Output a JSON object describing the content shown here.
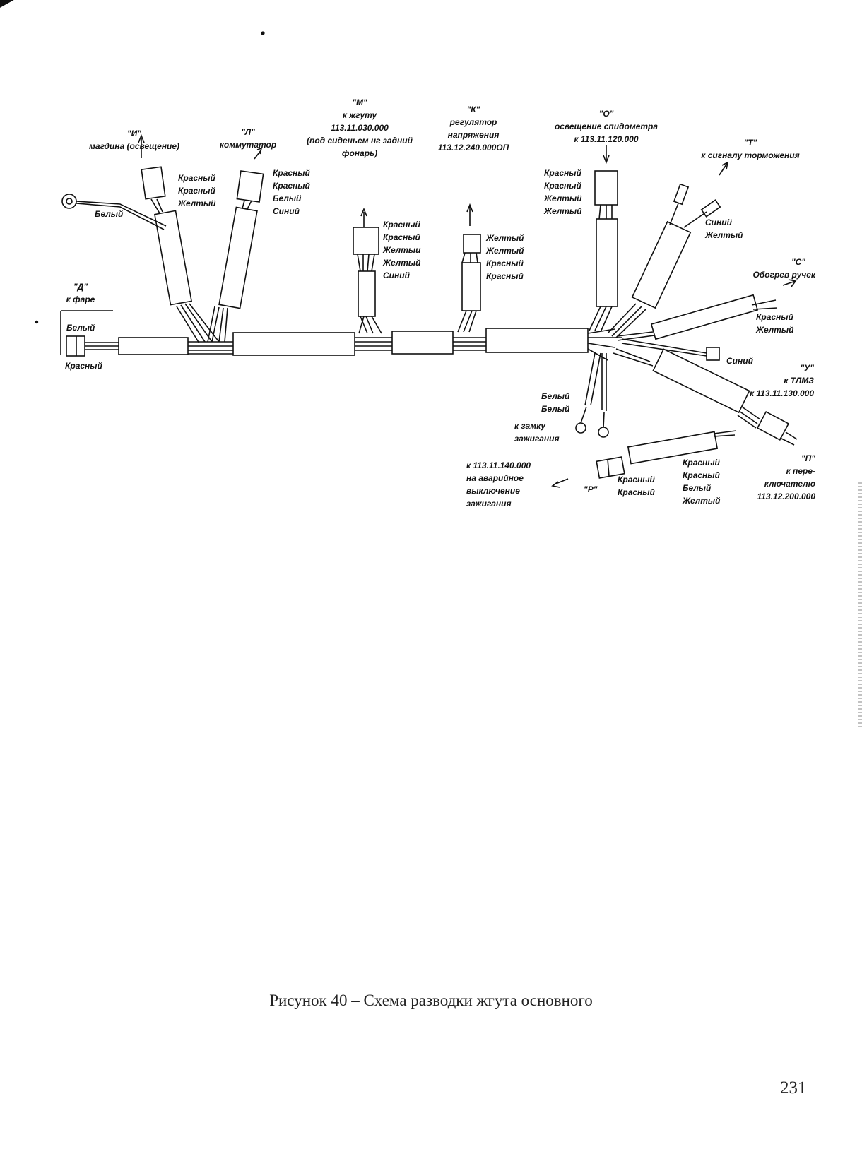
{
  "labels": {
    "I": [
      "\"И\"",
      "магдина (освещение)"
    ],
    "I_wires": [
      "Красный",
      "Красный",
      "Желтый"
    ],
    "L": [
      "\"Л\"",
      "коммутатор"
    ],
    "L_wires": [
      "Красный",
      "Красный",
      "Белый",
      "Синий"
    ],
    "M": [
      "\"М\"",
      "к жгуту",
      "113.11.030.000",
      "(под сиденьем нг задний",
      "фонарь)"
    ],
    "M_wires": [
      "Красный",
      "Красный",
      "Желтыи",
      "Желтый",
      "Синий"
    ],
    "K": [
      "\"К\"",
      "регулятор",
      "напряжения",
      "113.12.240.000ОП"
    ],
    "K_wires": [
      "Желтый",
      "Желтый",
      "Красный",
      "Красный"
    ],
    "O": [
      "\"О\"",
      "освещение спидометра",
      "к 113.11.120.000"
    ],
    "O_wires": [
      "Красный",
      "Красный",
      "Желтый",
      "Желтый"
    ],
    "T": [
      "\"Т\"",
      "к сигналу торможения"
    ],
    "T_wires": [
      "Синий",
      "Желтый"
    ],
    "S": [
      "\"С\"",
      "Обогрев ручек"
    ],
    "S_wires": [
      "Красный",
      "Желтый"
    ],
    "ring_wire": [
      "Белый"
    ],
    "D": [
      "\"Д\"",
      "к фаре"
    ],
    "D_top_wire": [
      "Белый"
    ],
    "D_bottom_wire": [
      "Красный"
    ],
    "blue_wire": [
      "Синий"
    ],
    "U": [
      "\"У\"",
      "к ТЛМЗ",
      "к 113.11.130.000"
    ],
    "ign_wires": [
      "Белый",
      "Белый"
    ],
    "ign": [
      "к замку",
      "зажигания"
    ],
    "P_switch": [
      "\"П\"",
      "к пере-",
      "ключателю",
      "113.12.200.000"
    ],
    "P_switch_wires": [
      "Красный",
      "Красный",
      "Белый",
      "Желтый"
    ],
    "R_wires": [
      "Красный",
      "Красный"
    ],
    "R_letter": [
      "\"Р\""
    ],
    "R": [
      "к 113.11.140.000",
      "на аварийное",
      "выключение",
      "зажигания"
    ]
  },
  "caption": "Рисунок 40 – Схема разводки жгута основного",
  "page_number": "231"
}
